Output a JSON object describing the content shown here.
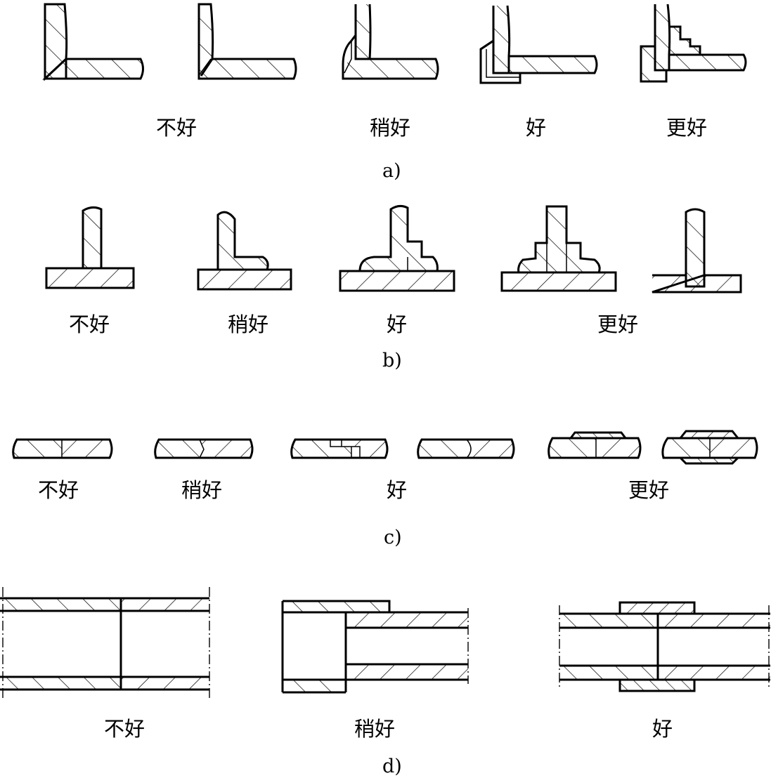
{
  "rows": {
    "a": {
      "caption": "a)",
      "labels": {
        "bad": "不好",
        "fair": "稍好",
        "good": "好",
        "better": "更好"
      }
    },
    "b": {
      "caption": "b)",
      "labels": {
        "bad": "不好",
        "fair": "稍好",
        "good": "好",
        "better": "更好"
      }
    },
    "c": {
      "caption": "c)",
      "labels": {
        "bad": "不好",
        "fair": "稍好",
        "good": "好",
        "better": "更好"
      }
    },
    "d": {
      "caption": "d)",
      "labels": {
        "bad": "不好",
        "fair": "稍好",
        "good": "好"
      }
    }
  }
}
